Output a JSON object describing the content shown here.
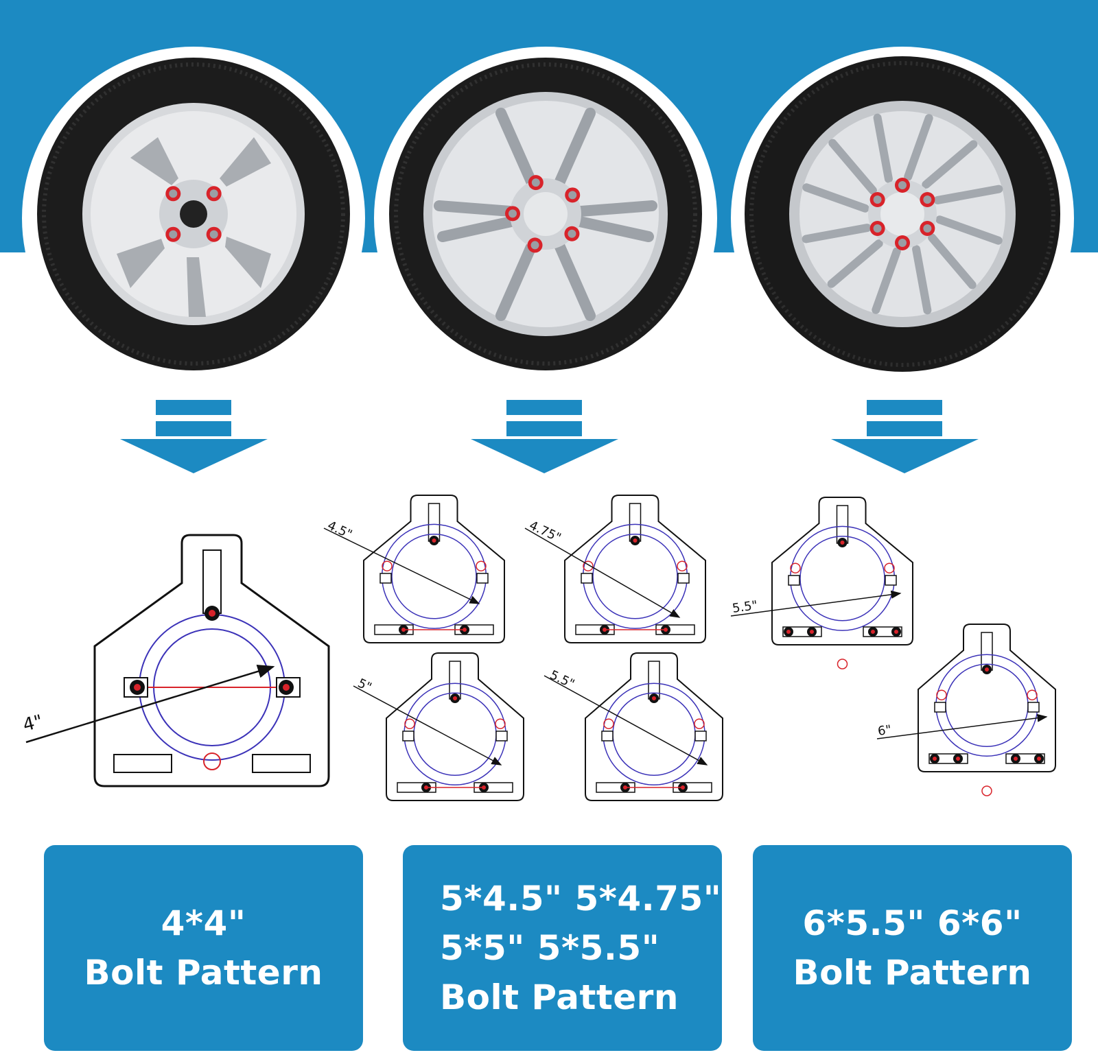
{
  "colors": {
    "banner": "#1c8ac2",
    "tire": "#1c1c1c",
    "rim": "#d3d5d8",
    "lug_nut": "#d8232a",
    "template_circle": "#3b32b8",
    "measure_line": "#d8232a",
    "outline": "#111111",
    "box_text": "#ffffff"
  },
  "icons": [
    "tire-icon",
    "down-arrow-icon",
    "bolt-template-diagram"
  ],
  "templates": {
    "four_lug": {
      "measure": "4\""
    },
    "five_lug": [
      {
        "measure": "4.5\""
      },
      {
        "measure": "4.75\""
      },
      {
        "measure": "5\""
      },
      {
        "measure": "5.5\""
      }
    ],
    "six_lug": [
      {
        "measure": "5.5\""
      },
      {
        "measure": "6\""
      }
    ]
  },
  "labels": [
    {
      "lines": [
        "4*4\"",
        "Bolt Pattern"
      ]
    },
    {
      "lines": [
        "5*4.5\" 5*4.75\"",
        "5*5\" 5*5.5\"",
        "Bolt Pattern"
      ]
    },
    {
      "lines": [
        "6*5.5\" 6*6\"",
        "Bolt Pattern"
      ]
    }
  ]
}
